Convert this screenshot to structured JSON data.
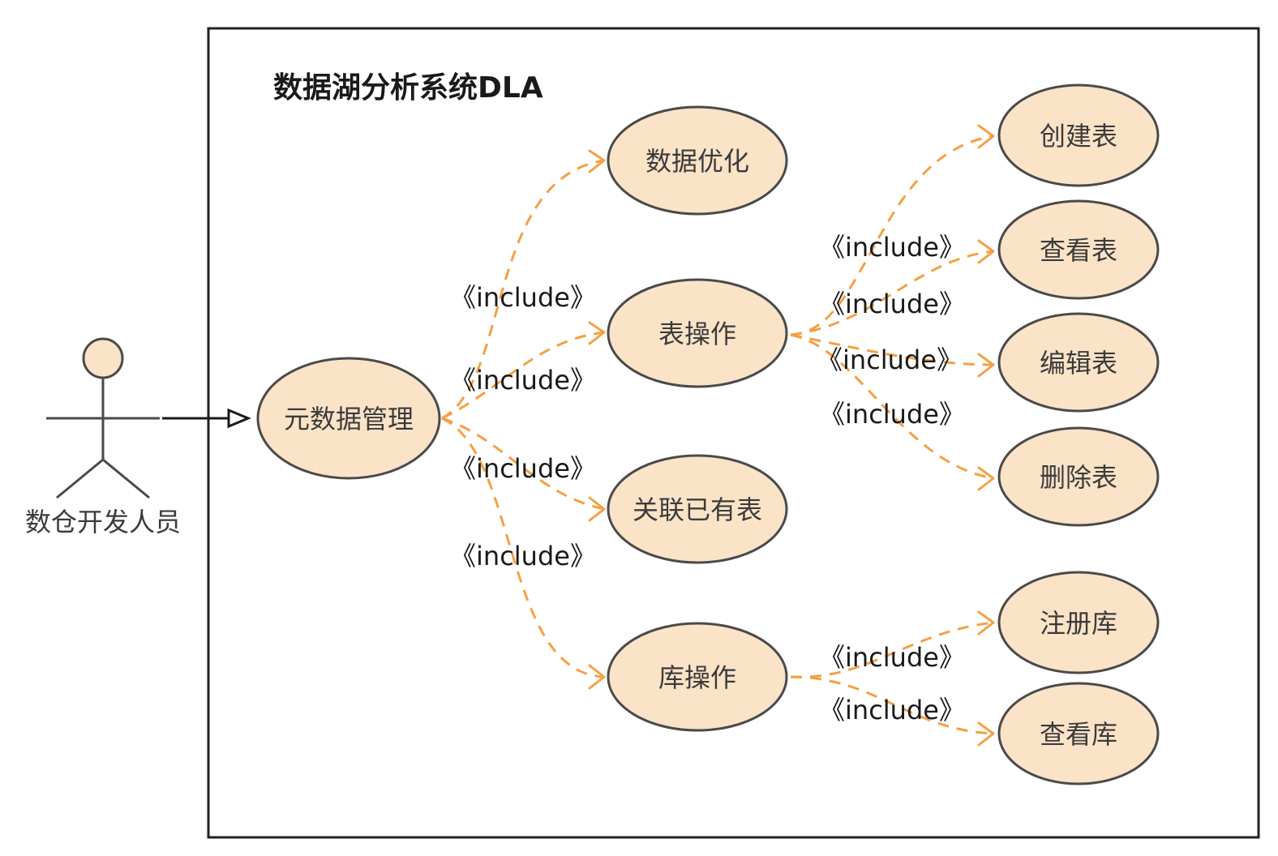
{
  "system": {
    "title": "数据湖分析系统DLA"
  },
  "actor": {
    "name": "数仓开发人员"
  },
  "use_cases": {
    "metadata_mgmt": "元数据管理",
    "data_optimize": "数据优化",
    "table_ops": "表操作",
    "link_table": "关联已有表",
    "db_ops": "库操作",
    "create_table": "创建表",
    "view_table": "查看表",
    "edit_table": "编辑表",
    "delete_table": "删除表",
    "register_db": "注册库",
    "view_db": "查看库"
  },
  "relations": {
    "include_label": "《include》"
  },
  "colors": {
    "usecase_fill": "#fbe3c8",
    "usecase_stroke": "#4a4a4a",
    "include_edge": "#f5a044",
    "boundary": "#222222",
    "actor_fill": "#fbe3c8"
  }
}
